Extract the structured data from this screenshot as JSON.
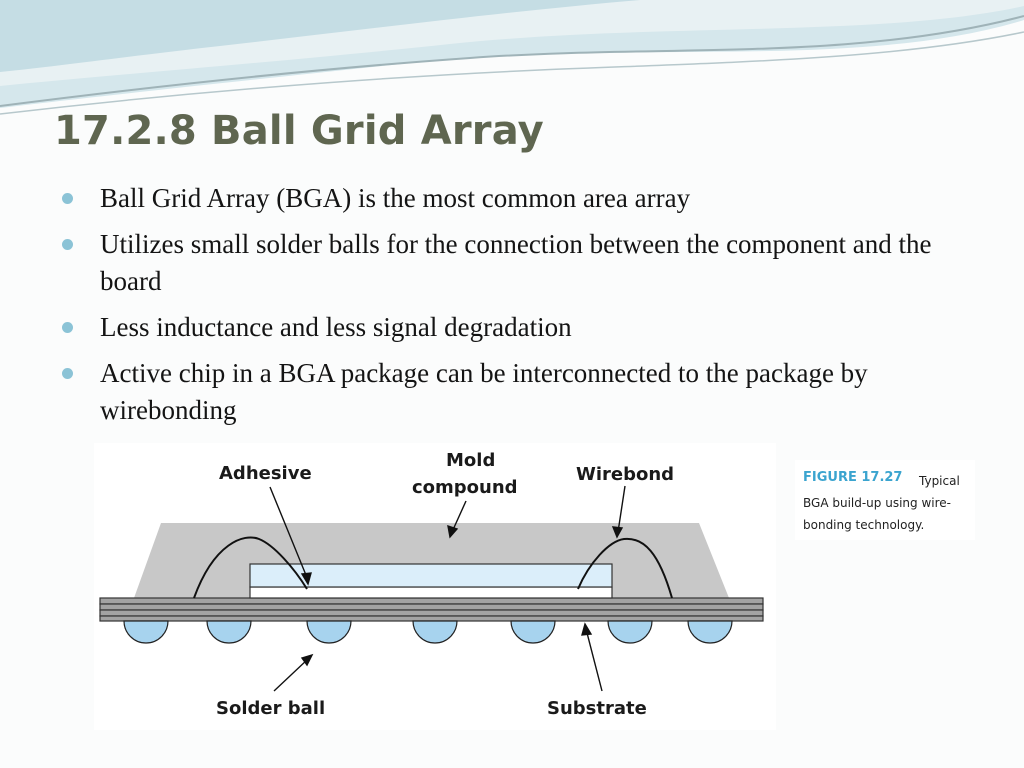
{
  "slide": {
    "title": "17.2.8 Ball Grid Array",
    "bullets": [
      "Ball Grid Array (BGA) is the most common area array",
      "Utilizes small solder balls for the connection between the component and the board",
      "Less inductance and less signal degradation",
      "Active chip in a BGA package can be interconnected to the package by wirebonding"
    ]
  },
  "figure": {
    "labels": {
      "adhesive": "Adhesive",
      "mold_line1": "Mold",
      "mold_line2": "compound",
      "wirebond": "Wirebond",
      "solder_ball": "Solder ball",
      "substrate": "Substrate"
    },
    "caption_number": "FIGURE 17.27",
    "caption_text": "Typical BGA build-up using wire-bonding technology."
  },
  "colors": {
    "title": "#5f6650",
    "bullet_marker": "#8bc3d6",
    "mold": "#c8c8c8",
    "chip": "#dbeefa",
    "solder_ball": "#a7d3ee",
    "caption_number": "#3ba4cf"
  }
}
